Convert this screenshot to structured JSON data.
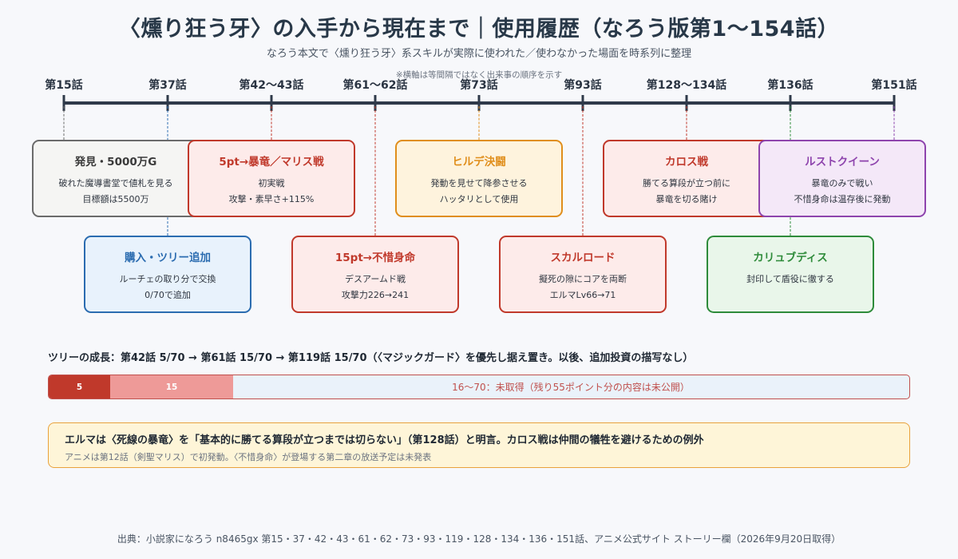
{
  "header": {
    "title": "〈燻り狂う牙〉の入手から現在まで｜使用履歴（なろう版第1〜154話）",
    "subtitle": "なろう本文で〈燻り狂う牙〉系スキルが実際に使われた／使わなかった場面を時系列に整理",
    "note": "※横軸は等間隔ではなく出来事の順序を示す"
  },
  "timeline": {
    "labels": [
      "第15話",
      "第37話",
      "第42〜43話",
      "第61〜62話",
      "第73話",
      "第93話",
      "第128〜134話",
      "第136話",
      "第151話"
    ]
  },
  "cards": {
    "c0": {
      "title": "発見・5000万G",
      "lines": [
        "破れた魔導書堂で値札を見る",
        "目標額は5500万"
      ]
    },
    "c1": {
      "title": "購入・ツリー追加",
      "lines": [
        "ルーチェの取り分で交換",
        "0/70で追加"
      ]
    },
    "c2": {
      "title": "5pt→暴竜／マリス戦",
      "lines": [
        "初実戦",
        "攻撃・素早さ+115%"
      ]
    },
    "c3": {
      "title": "15pt→不惜身命",
      "lines": [
        "デスアームド戦",
        "攻撃力226→241"
      ]
    },
    "c4": {
      "title": "ヒルデ決闘",
      "lines": [
        "発動を見せて降参させる",
        "ハッタリとして使用"
      ]
    },
    "c5": {
      "title": "スカルロード",
      "lines": [
        "擬死の隙にコアを両断",
        "エルマLv66→71"
      ]
    },
    "c6": {
      "title": "カロス戦",
      "lines": [
        "勝てる算段が立つ前に",
        "暴竜を切る賭け"
      ]
    },
    "c7": {
      "title": "カリュブディス",
      "lines": [
        "封印して盾役に徹する"
      ]
    },
    "c8": {
      "title": "ルストクイーン",
      "lines": [
        "暴竜のみで戦い",
        "不惜身命は温存後に発動"
      ]
    }
  },
  "growth": {
    "text": "ツリーの成長：第42話 5/70 → 第61話 15/70 → 第119話 15/70（〈マジックガード〉を優先し据え置き。以後、追加投資の描写なし）"
  },
  "progress": {
    "max": 70,
    "seg1_value": 5,
    "seg1_label": "5",
    "seg2_value": 15,
    "seg2_label": "15",
    "rest_label": "16〜70：未取得（残り55ポイント分の内容は未公開）",
    "colors": {
      "seg1": "#c0392b",
      "seg2": "#ee9a98",
      "rest": "#eaf2fa"
    }
  },
  "callout": {
    "main": "エルマは〈死線の暴竜〉を「基本的に勝てる算段が立つまでは切らない」（第128話）と明言。カロス戦は仲間の犠牲を避けるための例外",
    "sub": "アニメは第12話（剣聖マリス）で初発動。〈不惜身命〉が登場する第二章の放送予定は未発表"
  },
  "footer": {
    "source": "出典：小説家になろう n8465gx 第15・37・42・43・61・62・73・93・119・128・134・136・151話、アニメ公式サイト ストーリー欄（2026年9月20日取得）"
  },
  "colors": {
    "gray": "#6b6b6b",
    "blue": "#2b6cb0",
    "red": "#c0392b",
    "orange": "#e08e1b",
    "green": "#2e8b3a",
    "purple": "#8e44ad"
  }
}
